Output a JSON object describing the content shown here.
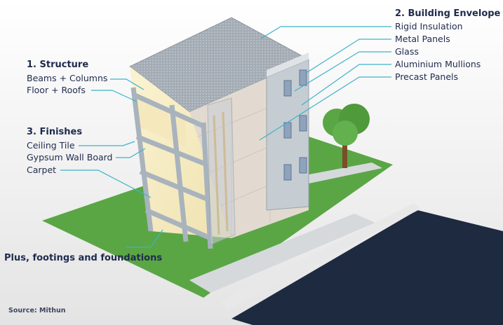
{
  "structure": {
    "heading": "1. Structure",
    "items": [
      "Beams + Columns",
      "Floor + Roofs"
    ]
  },
  "finishes": {
    "heading": "3. Finishes",
    "items": [
      "Ceiling Tile",
      "Gypsum Wall Board",
      "Carpet"
    ]
  },
  "envelope": {
    "heading": "2. Building Envelope",
    "items": [
      "Rigid Insulation",
      "Metal Panels",
      "Glass",
      "Aluminium Mullions",
      "Precast Panels"
    ]
  },
  "footer_note": "Plus, footings and foundations",
  "source": "Source: Mithun",
  "colors": {
    "label_text": "#1f2b4d",
    "leader_line": "#3bb4c9",
    "grass": "#5aa645",
    "road": "#1e2a40",
    "roof": "#9aa3ad",
    "precast": "#e2dad0",
    "steel": "#a8b3bd",
    "interior_glow": "#f6edc4",
    "tree": "#4f9a3a"
  }
}
